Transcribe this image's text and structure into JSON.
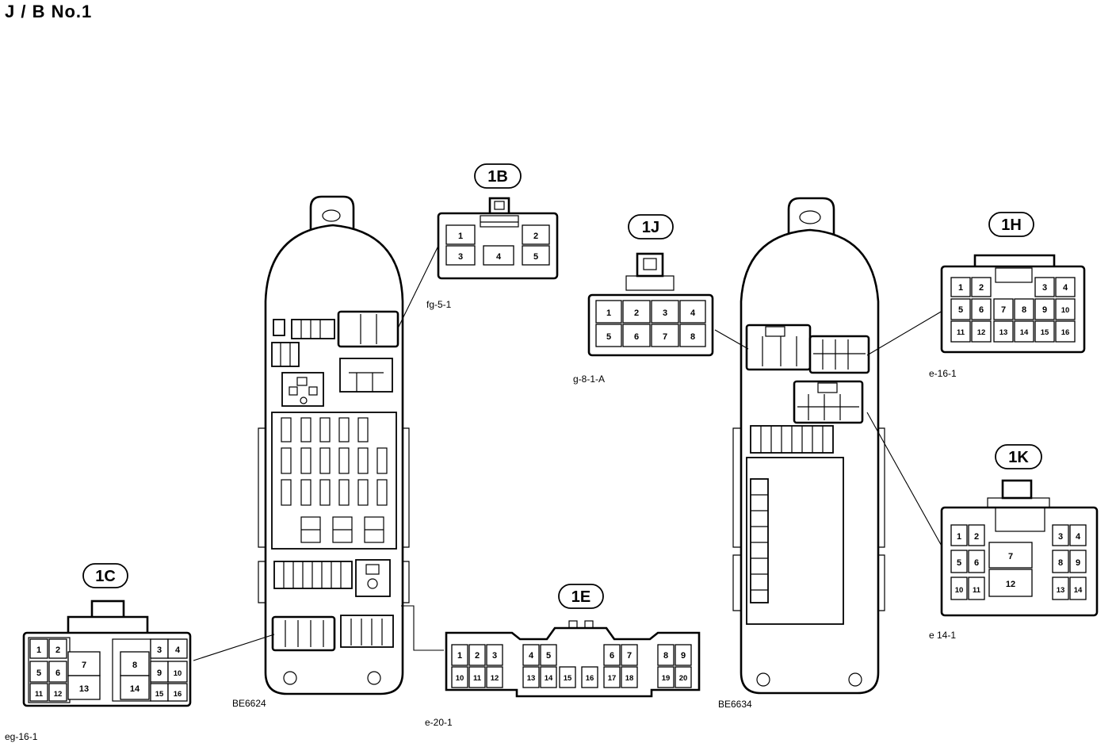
{
  "title": "J / B No.1",
  "blocks": [
    {
      "label": "BE6624"
    },
    {
      "label": "BE6634"
    }
  ],
  "connectors": {
    "1B": {
      "label": "1B",
      "code": "fg-5-1",
      "pins": [
        "1",
        "2",
        "3",
        "4",
        "5"
      ]
    },
    "1J": {
      "label": "1J",
      "code": "g-8-1-A",
      "pins": [
        "1",
        "2",
        "3",
        "4",
        "5",
        "6",
        "7",
        "8"
      ]
    },
    "1H": {
      "label": "1H",
      "code": "e-16-1",
      "pins": [
        "1",
        "2",
        "3",
        "4",
        "5",
        "6",
        "7",
        "8",
        "9",
        "10",
        "11",
        "12",
        "13",
        "14",
        "15",
        "16"
      ]
    },
    "1K": {
      "label": "1K",
      "code": "e 14-1",
      "pins": [
        "1",
        "2",
        "3",
        "4",
        "5",
        "6",
        "7",
        "8",
        "9",
        "10",
        "11",
        "12",
        "13",
        "14"
      ]
    },
    "1C": {
      "label": "1C",
      "code": "eg-16-1",
      "pins": [
        "1",
        "2",
        "3",
        "4",
        "5",
        "6",
        "7",
        "8",
        "9",
        "10",
        "11",
        "12",
        "13",
        "14",
        "15",
        "16"
      ]
    },
    "1E": {
      "label": "1E",
      "code": "e-20-1",
      "pins": [
        "1",
        "2",
        "3",
        "4",
        "5",
        "6",
        "7",
        "8",
        "9",
        "10",
        "11",
        "12",
        "13",
        "14",
        "15",
        "16",
        "17",
        "18",
        "19",
        "20"
      ]
    }
  }
}
